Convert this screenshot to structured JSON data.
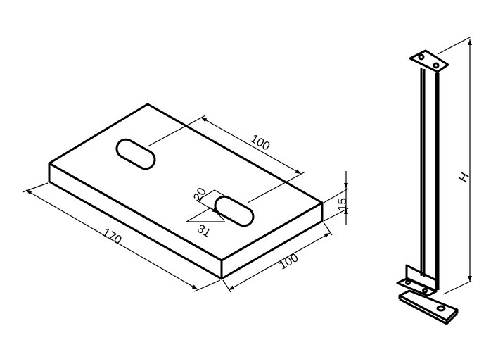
{
  "drawing": {
    "plate_dimensions": {
      "slot_spacing": "100",
      "slot_width": "20",
      "slot_length": "31",
      "thickness": "15",
      "length": "170",
      "width": "100"
    },
    "column_dimension": "H",
    "colors": {
      "line": "#000000",
      "background": "#ffffff"
    }
  }
}
